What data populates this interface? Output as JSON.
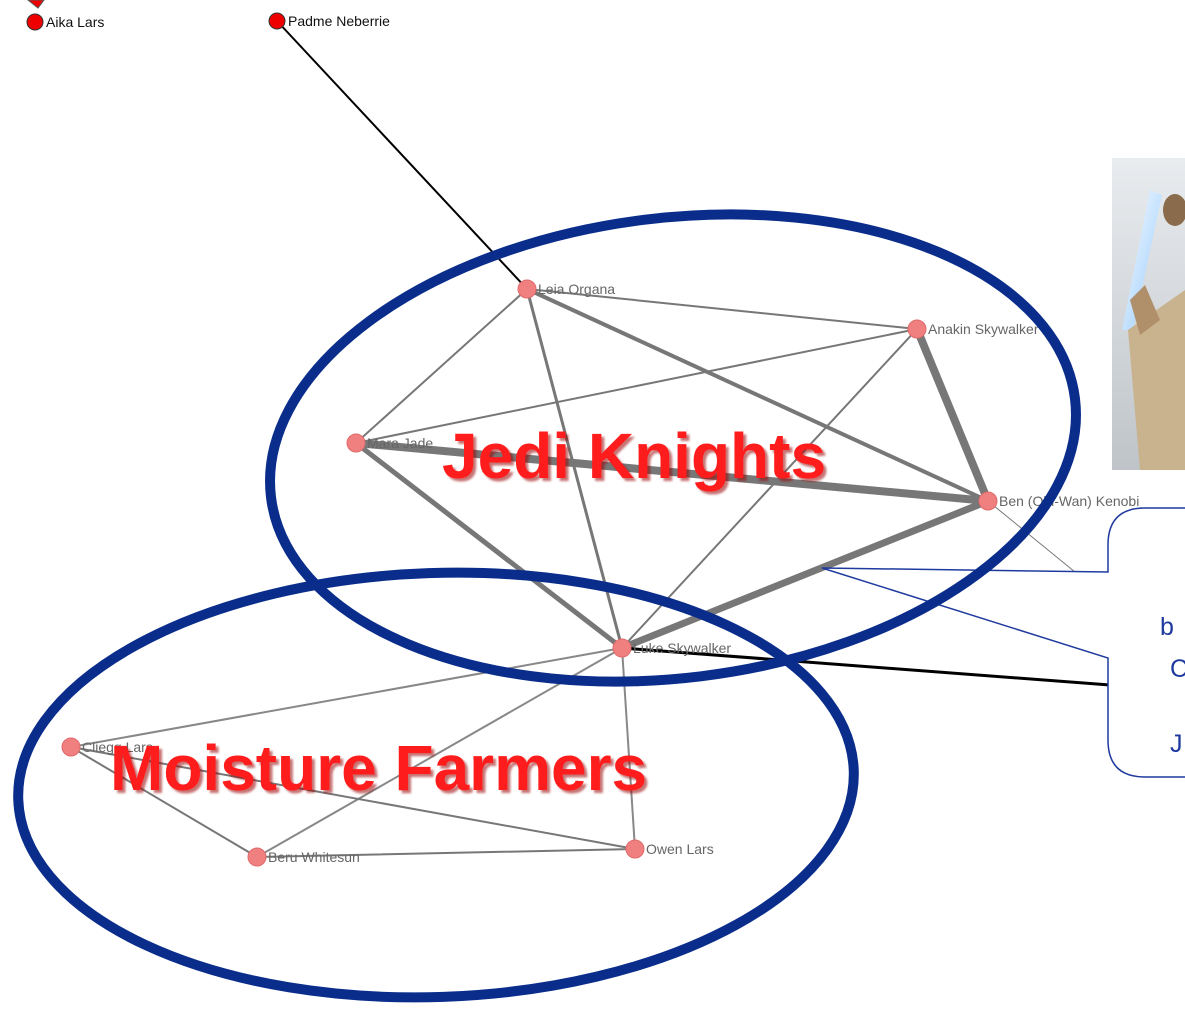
{
  "diagram": {
    "nodes": [
      {
        "id": "aika",
        "label": "Aika Lars",
        "style": "bright"
      },
      {
        "id": "padme",
        "label": "Padme Neberrie",
        "style": "bright"
      },
      {
        "id": "leia",
        "label": "Leia Organa",
        "style": "pale"
      },
      {
        "id": "anakin",
        "label": "Anakin Skywalker",
        "style": "pale"
      },
      {
        "id": "mara",
        "label": "Mara Jade",
        "style": "pale"
      },
      {
        "id": "ben",
        "label": "Ben (Obi-Wan) Kenobi",
        "style": "pale"
      },
      {
        "id": "luke",
        "label": "Luke Skywalker",
        "style": "pale"
      },
      {
        "id": "cliegg",
        "label": "Cliegg Lars",
        "style": "pale"
      },
      {
        "id": "beru",
        "label": "Beru Whitesun",
        "style": "pale"
      },
      {
        "id": "owen",
        "label": "Owen Lars",
        "style": "pale"
      }
    ],
    "edges": [
      {
        "from": "padme",
        "to": "leia",
        "weight": 2,
        "color": "#000000"
      },
      {
        "from": "leia",
        "to": "anakin",
        "weight": 2,
        "color": "#777777"
      },
      {
        "from": "leia",
        "to": "mara",
        "weight": 2,
        "color": "#777777"
      },
      {
        "from": "leia",
        "to": "ben",
        "weight": 4,
        "color": "#777777"
      },
      {
        "from": "leia",
        "to": "luke",
        "weight": 3,
        "color": "#777777"
      },
      {
        "from": "anakin",
        "to": "mara",
        "weight": 2,
        "color": "#777777"
      },
      {
        "from": "anakin",
        "to": "ben",
        "weight": 8,
        "color": "#777777"
      },
      {
        "from": "anakin",
        "to": "luke",
        "weight": 2,
        "color": "#777777"
      },
      {
        "from": "mara",
        "to": "ben",
        "weight": 8,
        "color": "#777777"
      },
      {
        "from": "mara",
        "to": "luke",
        "weight": 5,
        "color": "#777777"
      },
      {
        "from": "ben",
        "to": "luke",
        "weight": 7,
        "color": "#777777"
      },
      {
        "from": "ben",
        "to": "offscreen_b",
        "weight": 1,
        "color": "#777777"
      },
      {
        "from": "luke",
        "to": "offscreen_a",
        "weight": 3,
        "color": "#000000"
      },
      {
        "from": "luke",
        "to": "cliegg",
        "weight": 2,
        "color": "#888888"
      },
      {
        "from": "luke",
        "to": "beru",
        "weight": 2,
        "color": "#888888"
      },
      {
        "from": "luke",
        "to": "owen",
        "weight": 2,
        "color": "#888888"
      },
      {
        "from": "cliegg",
        "to": "beru",
        "weight": 2,
        "color": "#777777"
      },
      {
        "from": "cliegg",
        "to": "owen",
        "weight": 2,
        "color": "#777777"
      },
      {
        "from": "beru",
        "to": "owen",
        "weight": 2,
        "color": "#777777"
      }
    ],
    "clusters": [
      {
        "id": "jedi",
        "label": "Jedi Knights"
      },
      {
        "id": "moisture",
        "label": "Moisture Farmers"
      }
    ],
    "callout": {
      "lines": [
        "b",
        "C",
        "J"
      ]
    },
    "colors": {
      "bright_node": "#ee0000",
      "pale_node": "#f08080",
      "cluster_outline": "#0a2d8c",
      "cluster_text": "#ff1a1a",
      "callout_border": "#1f3a9e"
    },
    "photo": {
      "subject": "jedi-with-lightsaber"
    }
  }
}
